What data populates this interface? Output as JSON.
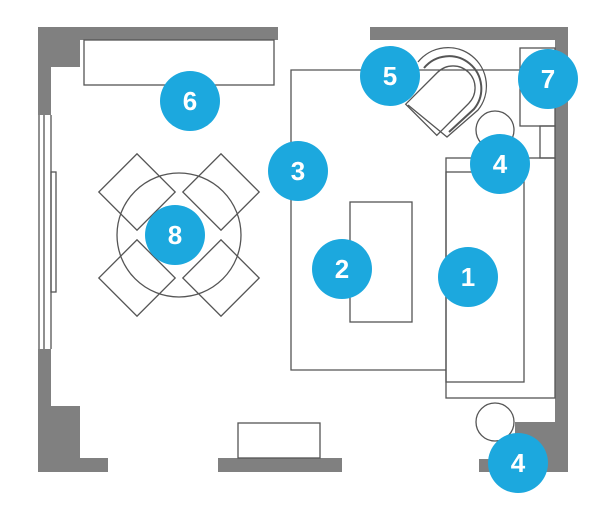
{
  "colors": {
    "wall": "#808080",
    "line": "#444444",
    "badge": "#1ca8de",
    "badge_text": "#ffffff"
  },
  "markers": [
    {
      "id": "sofa",
      "label": "1"
    },
    {
      "id": "coffee-table",
      "label": "2"
    },
    {
      "id": "rug",
      "label": "3"
    },
    {
      "id": "end-table-top",
      "label": "4"
    },
    {
      "id": "end-table-bottom",
      "label": "4"
    },
    {
      "id": "armchair",
      "label": "5"
    },
    {
      "id": "sideboard",
      "label": "6"
    },
    {
      "id": "side-cabinet",
      "label": "7"
    },
    {
      "id": "dining-set",
      "label": "8"
    }
  ]
}
